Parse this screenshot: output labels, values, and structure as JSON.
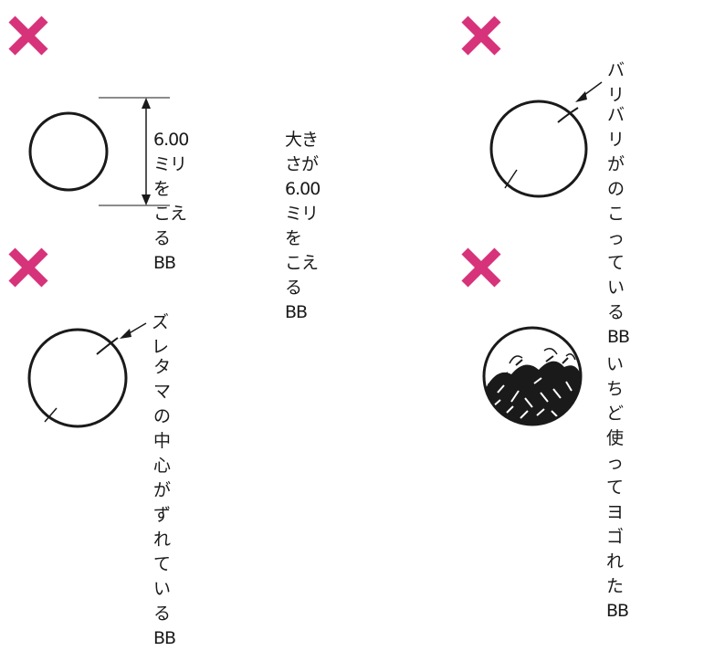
{
  "accent_color": "#d6337a",
  "panels": [
    {
      "id": "oversize",
      "mark": "x-icon",
      "caption": "6.00ミリを\nこえるBB",
      "description": "大きさが6.00ミリを\nこえるBB"
    },
    {
      "id": "burr",
      "mark": "x-icon",
      "callout": "バリ",
      "description": "バリが\nのこっている\nBB"
    },
    {
      "id": "misaligned",
      "mark": "x-icon",
      "callout": "ズレ",
      "description": "タマの中心が\nずれているBB"
    },
    {
      "id": "dirty",
      "mark": "x-icon",
      "description": "いちど使って\nヨゴれたBB"
    }
  ]
}
